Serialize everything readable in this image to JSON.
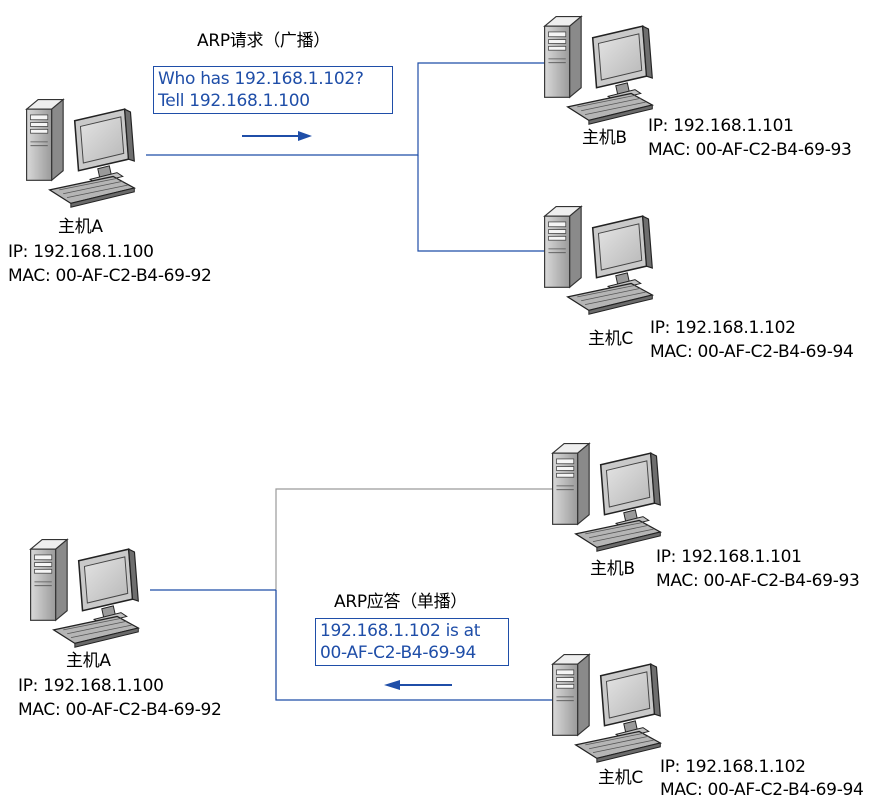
{
  "broadcast": {
    "title": "ARP请求（广播）",
    "message_line1": "Who has 192.168.1.102?",
    "message_line2": "Tell 192.168.1.100",
    "host_a": {
      "name": "主机A",
      "ip": "IP: 192.168.1.100",
      "mac": "MAC: 00-AF-C2-B4-69-92"
    },
    "host_b": {
      "name": "主机B",
      "ip": "IP: 192.168.1.101",
      "mac": "MAC: 00-AF-C2-B4-69-93"
    },
    "host_c": {
      "name": "主机C",
      "ip": "IP: 192.168.1.102",
      "mac": "MAC: 00-AF-C2-B4-69-94"
    }
  },
  "unicast": {
    "title": "ARP应答（单播）",
    "message_line1": "192.168.1.102 is at",
    "message_line2": "00-AF-C2-B4-69-94",
    "host_a": {
      "name": "主机A",
      "ip": "IP: 192.168.1.100",
      "mac": "MAC: 00-AF-C2-B4-69-92"
    },
    "host_b": {
      "name": "主机B",
      "ip": "IP: 192.168.1.101",
      "mac": "MAC: 00-AF-C2-B4-69-93"
    },
    "host_c": {
      "name": "主机C",
      "ip": "IP: 192.168.1.102",
      "mac": "MAC: 00-AF-C2-B4-69-94"
    }
  },
  "colors": {
    "accent": "#1f4ea8",
    "gray_line": "#9a9a9a"
  },
  "icons": [
    "computer-icon",
    "arrow-right-icon",
    "arrow-left-icon"
  ]
}
